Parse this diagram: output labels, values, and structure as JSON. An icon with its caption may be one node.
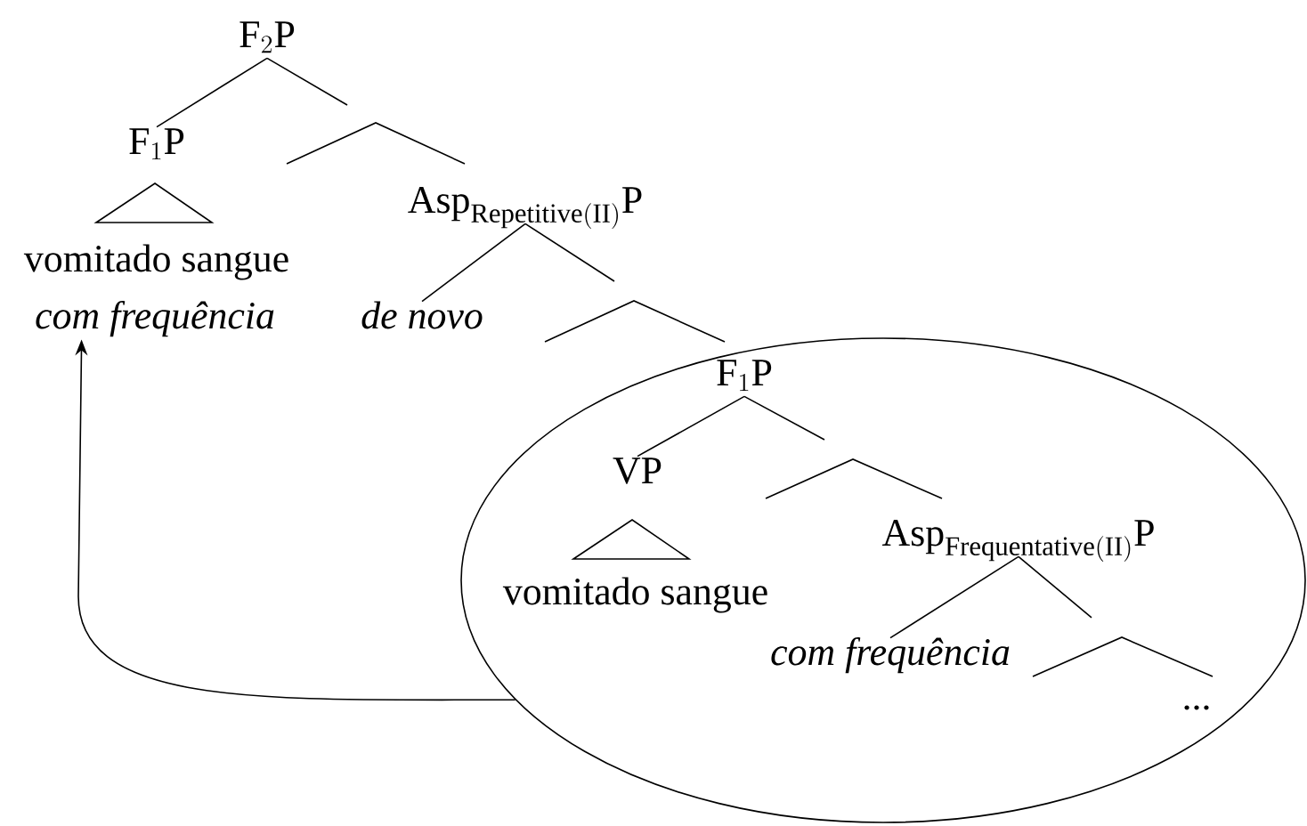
{
  "diagram": {
    "nodes": [
      {
        "text": [
          "\\mathrm{F}_{2}\\mathrm{P}"
        ]
      },
      {
        "text": [
          "\\mathrm{F}_{1}\\mathrm{P}"
        ]
      },
      {
        "text": [
          "\\mathrm{Asp}_{\\mathrm{Repetitive(II)}}\\mathrm{P}"
        ]
      },
      {
        "text": [
          "vomitado sangue"
        ]
      },
      {
        "text": [
          "com frequência"
        ]
      },
      {
        "text": [
          "de novo"
        ]
      },
      {
        "text": [],
        "shape": "ellipse"
      },
      {
        "text": [
          "\\mathrm{F}_{1}\\mathrm{P}"
        ],
        "in": 6
      },
      {
        "text": [
          "VP"
        ],
        "in": 6
      },
      {
        "text": [
          "\\mathrm{Asp}_{\\mathrm{Frequentative(II)}}\\mathrm{P}"
        ],
        "in": 6
      },
      {
        "text": [
          "vomitado sangue"
        ],
        "in": 6
      },
      {
        "text": [
          "com frequência"
        ],
        "in": 6
      }
    ],
    "edges": [
      {
        "from": 0,
        "to": 1,
        "arrow": "none"
      },
      {
        "from": 2,
        "to": 5,
        "arrow": "none"
      },
      {
        "from": 7,
        "to": 8,
        "arrow": "none"
      },
      {
        "from": 9,
        "to": 11,
        "arrow": "none"
      },
      {
        "from": 6,
        "to": 4,
        "arrow": "to"
      }
    ],
    "labels": [
      "..."
    ]
  }
}
